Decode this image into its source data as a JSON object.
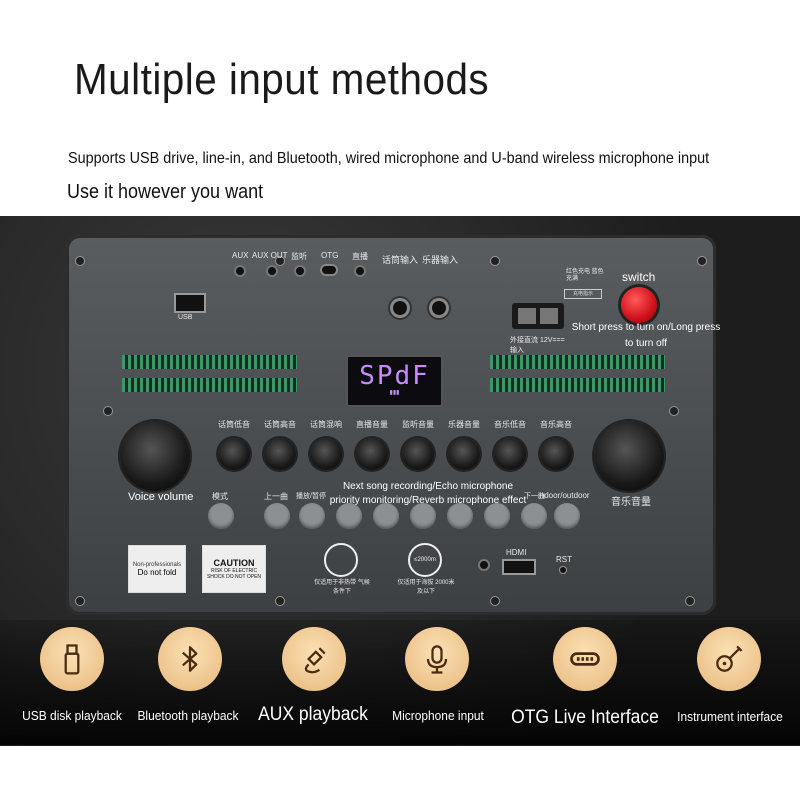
{
  "header": {
    "title": "Multiple input methods",
    "subtitle": "Supports USB drive, line-in, and Bluetooth, wired microphone and U-band wireless microphone input",
    "tagline": "Use it however you want"
  },
  "panel": {
    "ports": {
      "aux": "AUX",
      "aux_out": "AUX OUT",
      "monitor": "监听",
      "otg": "OTG",
      "direct": "直播",
      "mic_in": "话筒输入",
      "inst_in": "乐器输入",
      "usb": "USB"
    },
    "power": {
      "indicator": "红色充电 蓝色充满",
      "charge": "充电指示",
      "dc_in": "外接直流 12V===输入",
      "switch": "switch",
      "switch_hint": "Short press to turn on/Long press to turn off"
    },
    "display": {
      "text": "SPdF",
      "sub": "▮▮▮"
    },
    "knob_labels": [
      "话筒低音",
      "话筒高音",
      "话筒混响",
      "直播音量",
      "监听音量",
      "乐器音量",
      "音乐低音",
      "音乐高音"
    ],
    "left_knob": "Voice volume",
    "right_knob": "音乐音量",
    "button_labels": {
      "mode": "模式",
      "prev": "上一曲",
      "play": "播放/暂停",
      "record_note": "Next song recording/Echo microphone priority monitoring/Reverb microphone effect",
      "next": "下一曲",
      "indoor_outdoor": "indoor/outdoor"
    },
    "stickers": {
      "s1_a": "Non-professionals",
      "s1_b": "Do not fold",
      "s2_a": "CAUTION",
      "s2_b": "RISK OF ELECTRIC SHOCK DO NOT OPEN",
      "s3": "仅适用于非热带 气候条件下",
      "s4_icon": "≤2000m",
      "s4": "仅适用于海拔 2000米及以下",
      "hdmi": "HDMI",
      "rst": "RST"
    }
  },
  "features": [
    {
      "label": "USB disk playback",
      "icon": "usb-drive-icon"
    },
    {
      "label": "Bluetooth playback",
      "icon": "bluetooth-icon"
    },
    {
      "label": "AUX playback",
      "icon": "aux-cable-icon"
    },
    {
      "label": "Microphone input",
      "icon": "microphone-icon"
    },
    {
      "label": "OTG Live Interface",
      "icon": "otg-port-icon"
    },
    {
      "label": "Instrument interface",
      "icon": "guitar-icon"
    }
  ],
  "colors": {
    "accent": "#e7b77c",
    "switch": "#e2141c",
    "display": "#c070ff",
    "vent": "#3a9a66"
  }
}
